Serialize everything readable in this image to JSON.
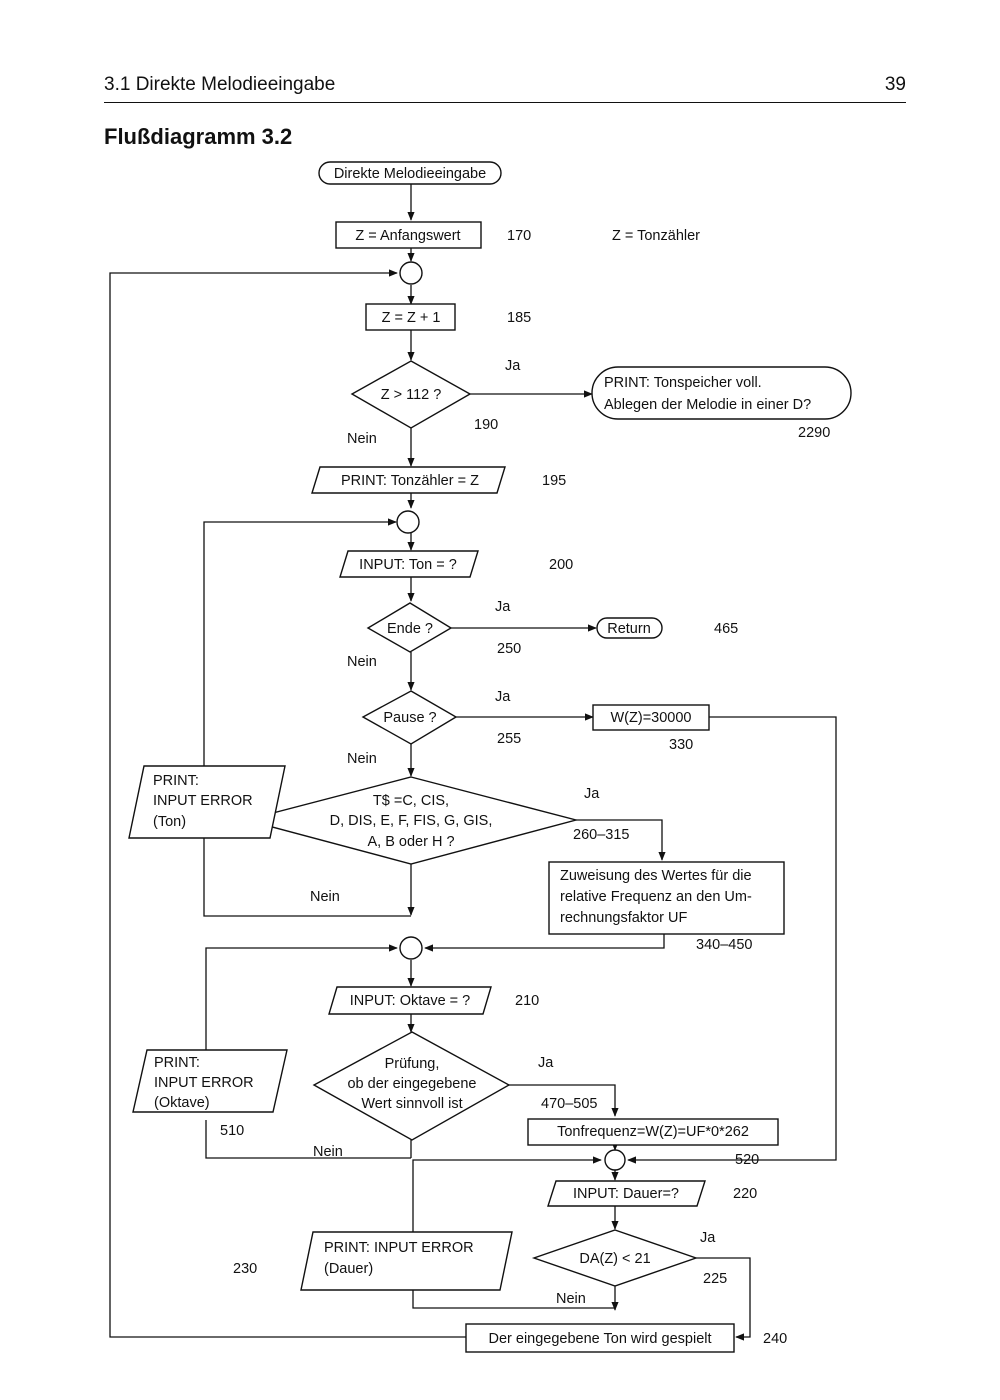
{
  "header": {
    "section": "3.1  Direkte Melodieeingabe",
    "page": "39"
  },
  "title": "Flußdiagramm 3.2",
  "nodes": {
    "start": "Direkte Melodieeingabe",
    "z_init": "Z = Anfangswert",
    "z_inc": "Z = Z + 1",
    "z_check": "Z > 112 ?",
    "print_full_1": "PRINT: Tonspeicher voll.",
    "print_full_2": "Ablegen der Melodie in einer D?",
    "print_counter": "PRINT: Tonzähler = Z",
    "input_ton": "INPUT: Ton = ?",
    "ende_check": "Ende ?",
    "return": "Return",
    "pause_check": "Pause ?",
    "w_pause": "W(Z)=30000",
    "ton_check_1": "T$ =C, CIS,",
    "ton_check_2": "D, DIS, E, F, FIS, G, GIS,",
    "ton_check_3": "A, B oder H ?",
    "err_ton_1": "PRINT:",
    "err_ton_2": "INPUT ERROR",
    "err_ton_3": "(Ton)",
    "assign_1": "Zuweisung des Wertes für die",
    "assign_2": "relative Frequenz an den Um-",
    "assign_3": "rechnungsfaktor UF",
    "input_oktave": "INPUT: Oktave = ?",
    "check_okt_1": "Prüfung,",
    "check_okt_2": "ob der eingegebene",
    "check_okt_3": "Wert sinnvoll ist",
    "err_okt_1": "PRINT:",
    "err_okt_2": "INPUT ERROR",
    "err_okt_3": "(Oktave)",
    "tonfreq": "Tonfrequenz=W(Z)=UF*0*262",
    "input_dauer": "INPUT: Dauer=?",
    "dauer_check": "DA(Z) < 21",
    "err_dauer_1": "PRINT: INPUT ERROR",
    "err_dauer_2": "(Dauer)",
    "play": "Der eingegebene Ton wird gespielt"
  },
  "line_numbers": {
    "n170": "170",
    "n185": "185",
    "n190": "190",
    "n2290": "2290",
    "n195": "195",
    "n200": "200",
    "n250": "250",
    "n465": "465",
    "n255": "255",
    "n330": "330",
    "n260": "260–315",
    "n340": "340–450",
    "n210": "210",
    "n470": "470–505",
    "n510": "510",
    "n520": "520",
    "n220": "220",
    "n225": "225",
    "n230": "230",
    "n240": "240"
  },
  "notes": {
    "z_meaning": "Z = Tonzähler"
  },
  "branch_labels": {
    "yes": "Ja",
    "no": "Nein"
  }
}
